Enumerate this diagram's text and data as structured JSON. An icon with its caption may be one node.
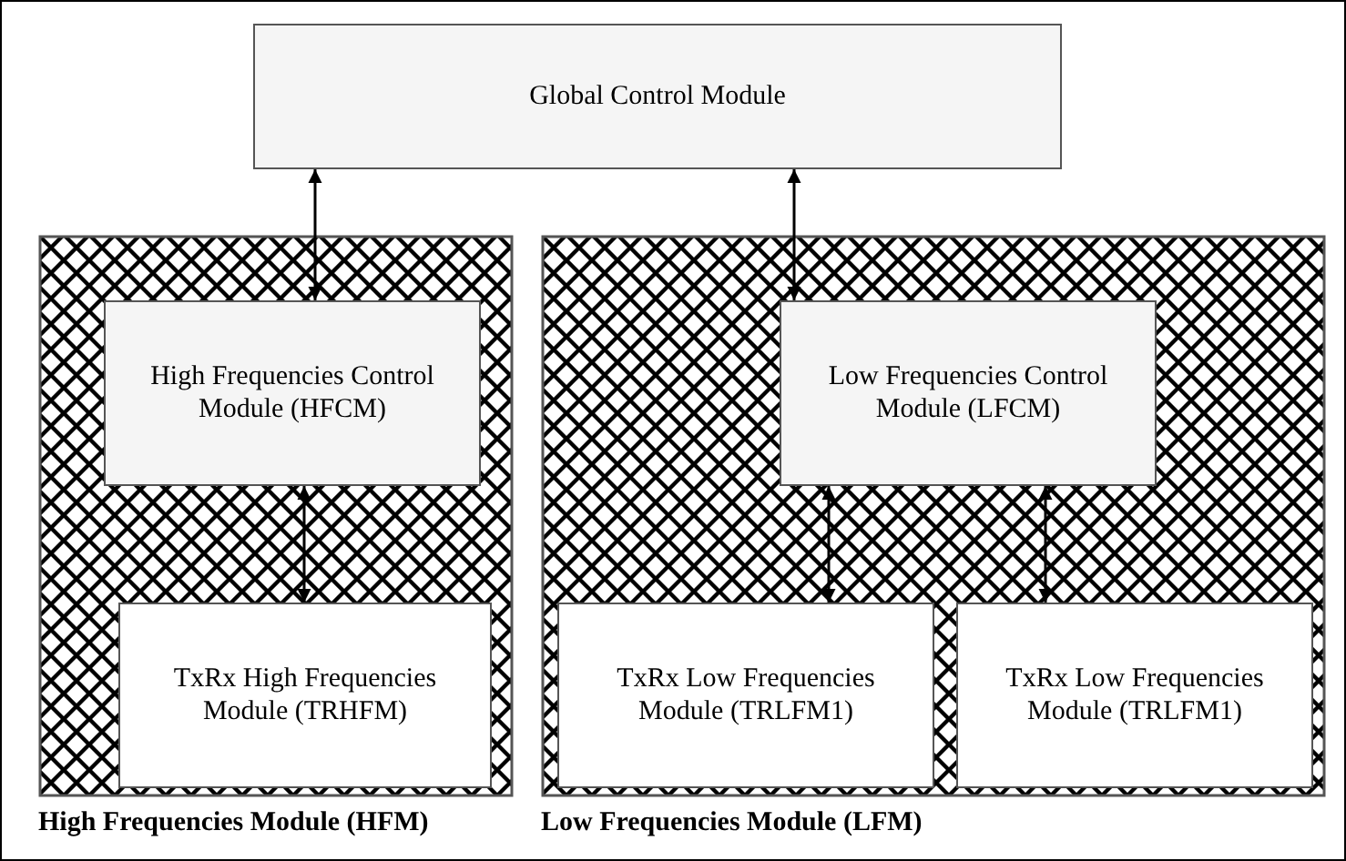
{
  "diagram": {
    "nodes": [
      {
        "text": [
          "Global Control Module"
        ]
      },
      {
        "text": [
          "High Frequencies Module (HFM)"
        ]
      },
      {
        "text": [
          "High Frequencies Control Module (HFCM)"
        ],
        "in": 1
      },
      {
        "text": [
          "TxRx High Frequencies Module (TRHFM)"
        ],
        "in": 1
      },
      {
        "text": [
          "Low Frequencies Module (LFM)"
        ]
      },
      {
        "text": [
          "Low Frequencies Control Module (LFCM)"
        ],
        "in": 4
      },
      {
        "text": [
          "TxRx Low Frequencies Module (TRLFM1)"
        ],
        "in": 4
      },
      {
        "text": [
          "TxRx Low Frequencies Module (TRLFM1)"
        ],
        "in": 4
      }
    ],
    "edges": [
      {
        "from": 0,
        "to": 2,
        "arrow": "both"
      },
      {
        "from": 0,
        "to": 5,
        "arrow": "both"
      },
      {
        "from": 2,
        "to": 3,
        "arrow": "both"
      },
      {
        "from": 5,
        "to": 6,
        "arrow": "both"
      },
      {
        "from": 5,
        "to": 7,
        "arrow": "both"
      }
    ]
  }
}
